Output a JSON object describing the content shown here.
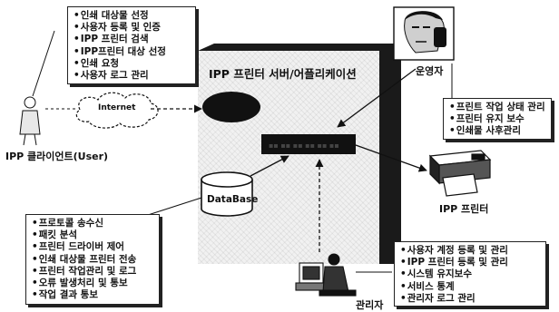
{
  "client_box": {
    "items": [
      "인쇄 대상물 선정",
      "사용자 등록 및 인증",
      "IPP 프린터 검색",
      "IPP프린터 대상 선정",
      "인쇄 요청",
      "사용자 로그 관리"
    ]
  },
  "server": {
    "title": "IPP 프린터 서버/어플리케이션"
  },
  "operator": {
    "label": "운영자"
  },
  "operator_box": {
    "items": [
      "프린트 작업 상태 관리",
      "프린터 유지 보수",
      "인쇄물 사후관리"
    ]
  },
  "client": {
    "label": "IPP 클라이언트(User)"
  },
  "internet": {
    "label": "Internet"
  },
  "database": {
    "label": "DataBase"
  },
  "printer": {
    "label": "IPP 프린터"
  },
  "protocol_box": {
    "items": [
      "프로토콜 송수신",
      "패킷 분석",
      "프린터 드라이버 제어",
      "인쇄 대상물 프린터 전송",
      "프린터 작업관리 및 로그",
      "오류 발생처리 및 통보",
      "작업 결과 통보"
    ]
  },
  "admin": {
    "label": "관리자"
  },
  "admin_box": {
    "items": [
      "사용자 계정 등록 및 관리",
      "IPP 프린터 등록 및 관리",
      "시스템 유지보수",
      "서비스 통계",
      "관리자 로그 관리"
    ]
  }
}
